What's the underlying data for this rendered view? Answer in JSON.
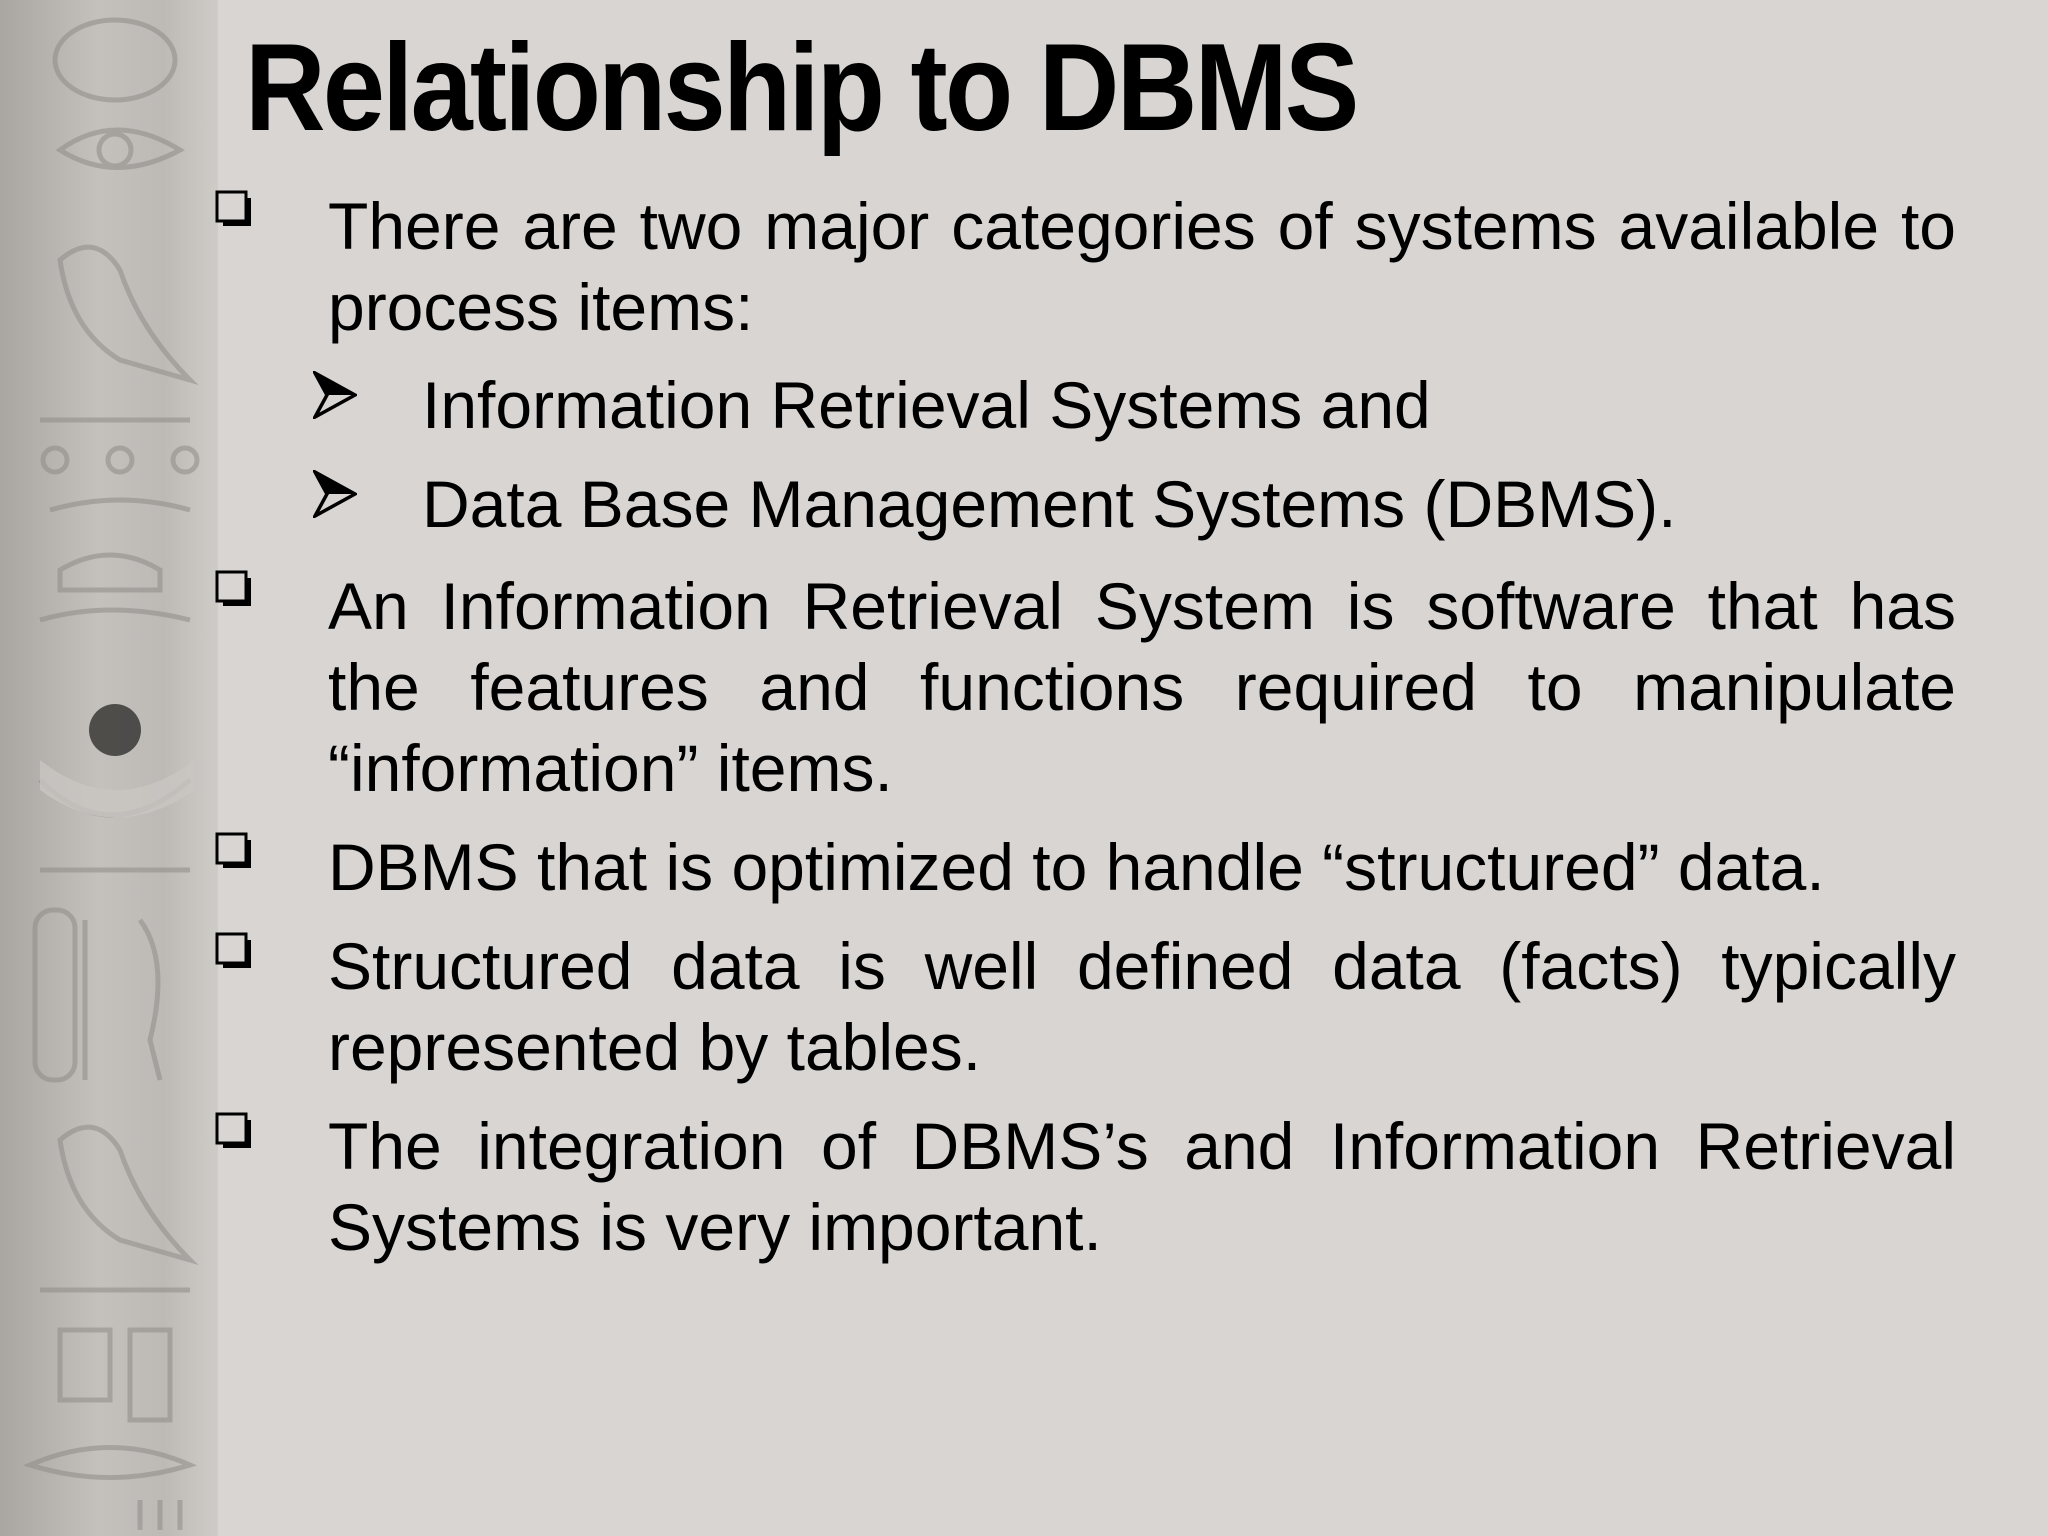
{
  "slide": {
    "title": "Relationship to DBMS",
    "bullets": [
      "There are two major categories of systems available to process items:",
      "An Information Retrieval System is software that has the features and functions required to manipulate “information” items.",
      "DBMS that is optimized to handle “structured” data.",
      "Structured data is well defined data (facts) typically represented by tables.",
      "The integration of DBMS’s and Information Retrieval Systems is very important."
    ],
    "sub_bullets": [
      "Information Retrieval Systems and",
      "Data Base Management Systems (DBMS)."
    ]
  },
  "colors": {
    "background": "#d8d5d3",
    "text": "#000000",
    "side_panel": "#bdbab6"
  },
  "icons": {
    "main_bullet": "hollow-square-bullet-icon",
    "sub_bullet": "arrowhead-bullet-icon",
    "side_decoration": "hieroglyph-stone-decoration"
  }
}
